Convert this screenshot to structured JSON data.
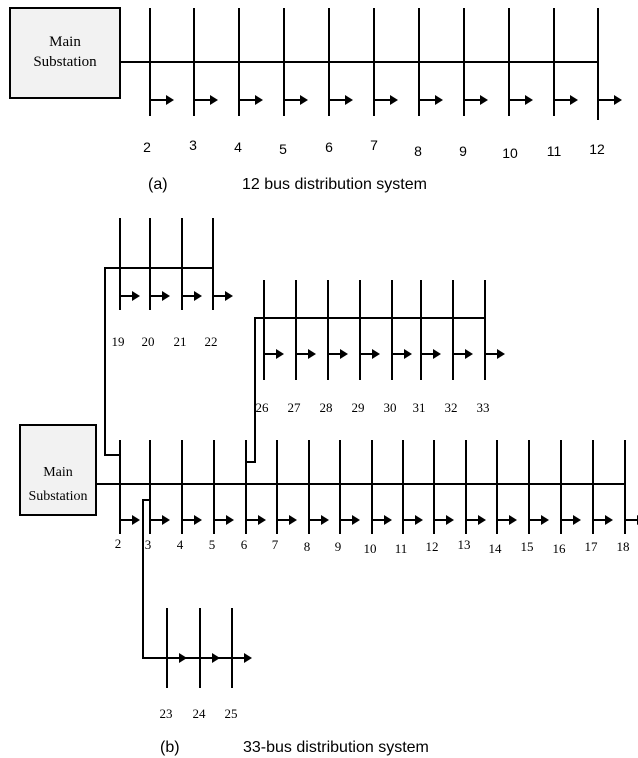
{
  "diagram_a": {
    "substation_line1": "Main",
    "substation_line2": "Substation",
    "bus_labels": [
      "2",
      "3",
      "4",
      "5",
      "6",
      "7",
      "8",
      "9",
      "10",
      "11",
      "12"
    ],
    "caption_tag": "(a)",
    "caption_text": "12 bus distribution system"
  },
  "diagram_b": {
    "substation_line1": "Main",
    "substation_line2": "Substation",
    "main_feeder_labels": [
      "2",
      "3",
      "4",
      "5",
      "6",
      "7",
      "8",
      "9",
      "10",
      "11",
      "12",
      "13",
      "14",
      "15",
      "16",
      "17",
      "18"
    ],
    "branch_upper_left_labels": [
      "19",
      "20",
      "21",
      "22"
    ],
    "branch_upper_right_labels": [
      "26",
      "27",
      "28",
      "29",
      "30",
      "31",
      "32",
      "33"
    ],
    "branch_lower_labels": [
      "23",
      "24",
      "25"
    ],
    "caption_tag": "(b)",
    "caption_text": "33-bus distribution system"
  },
  "colors": {
    "line": "#000000",
    "box_fill": "#f2f2f2"
  }
}
